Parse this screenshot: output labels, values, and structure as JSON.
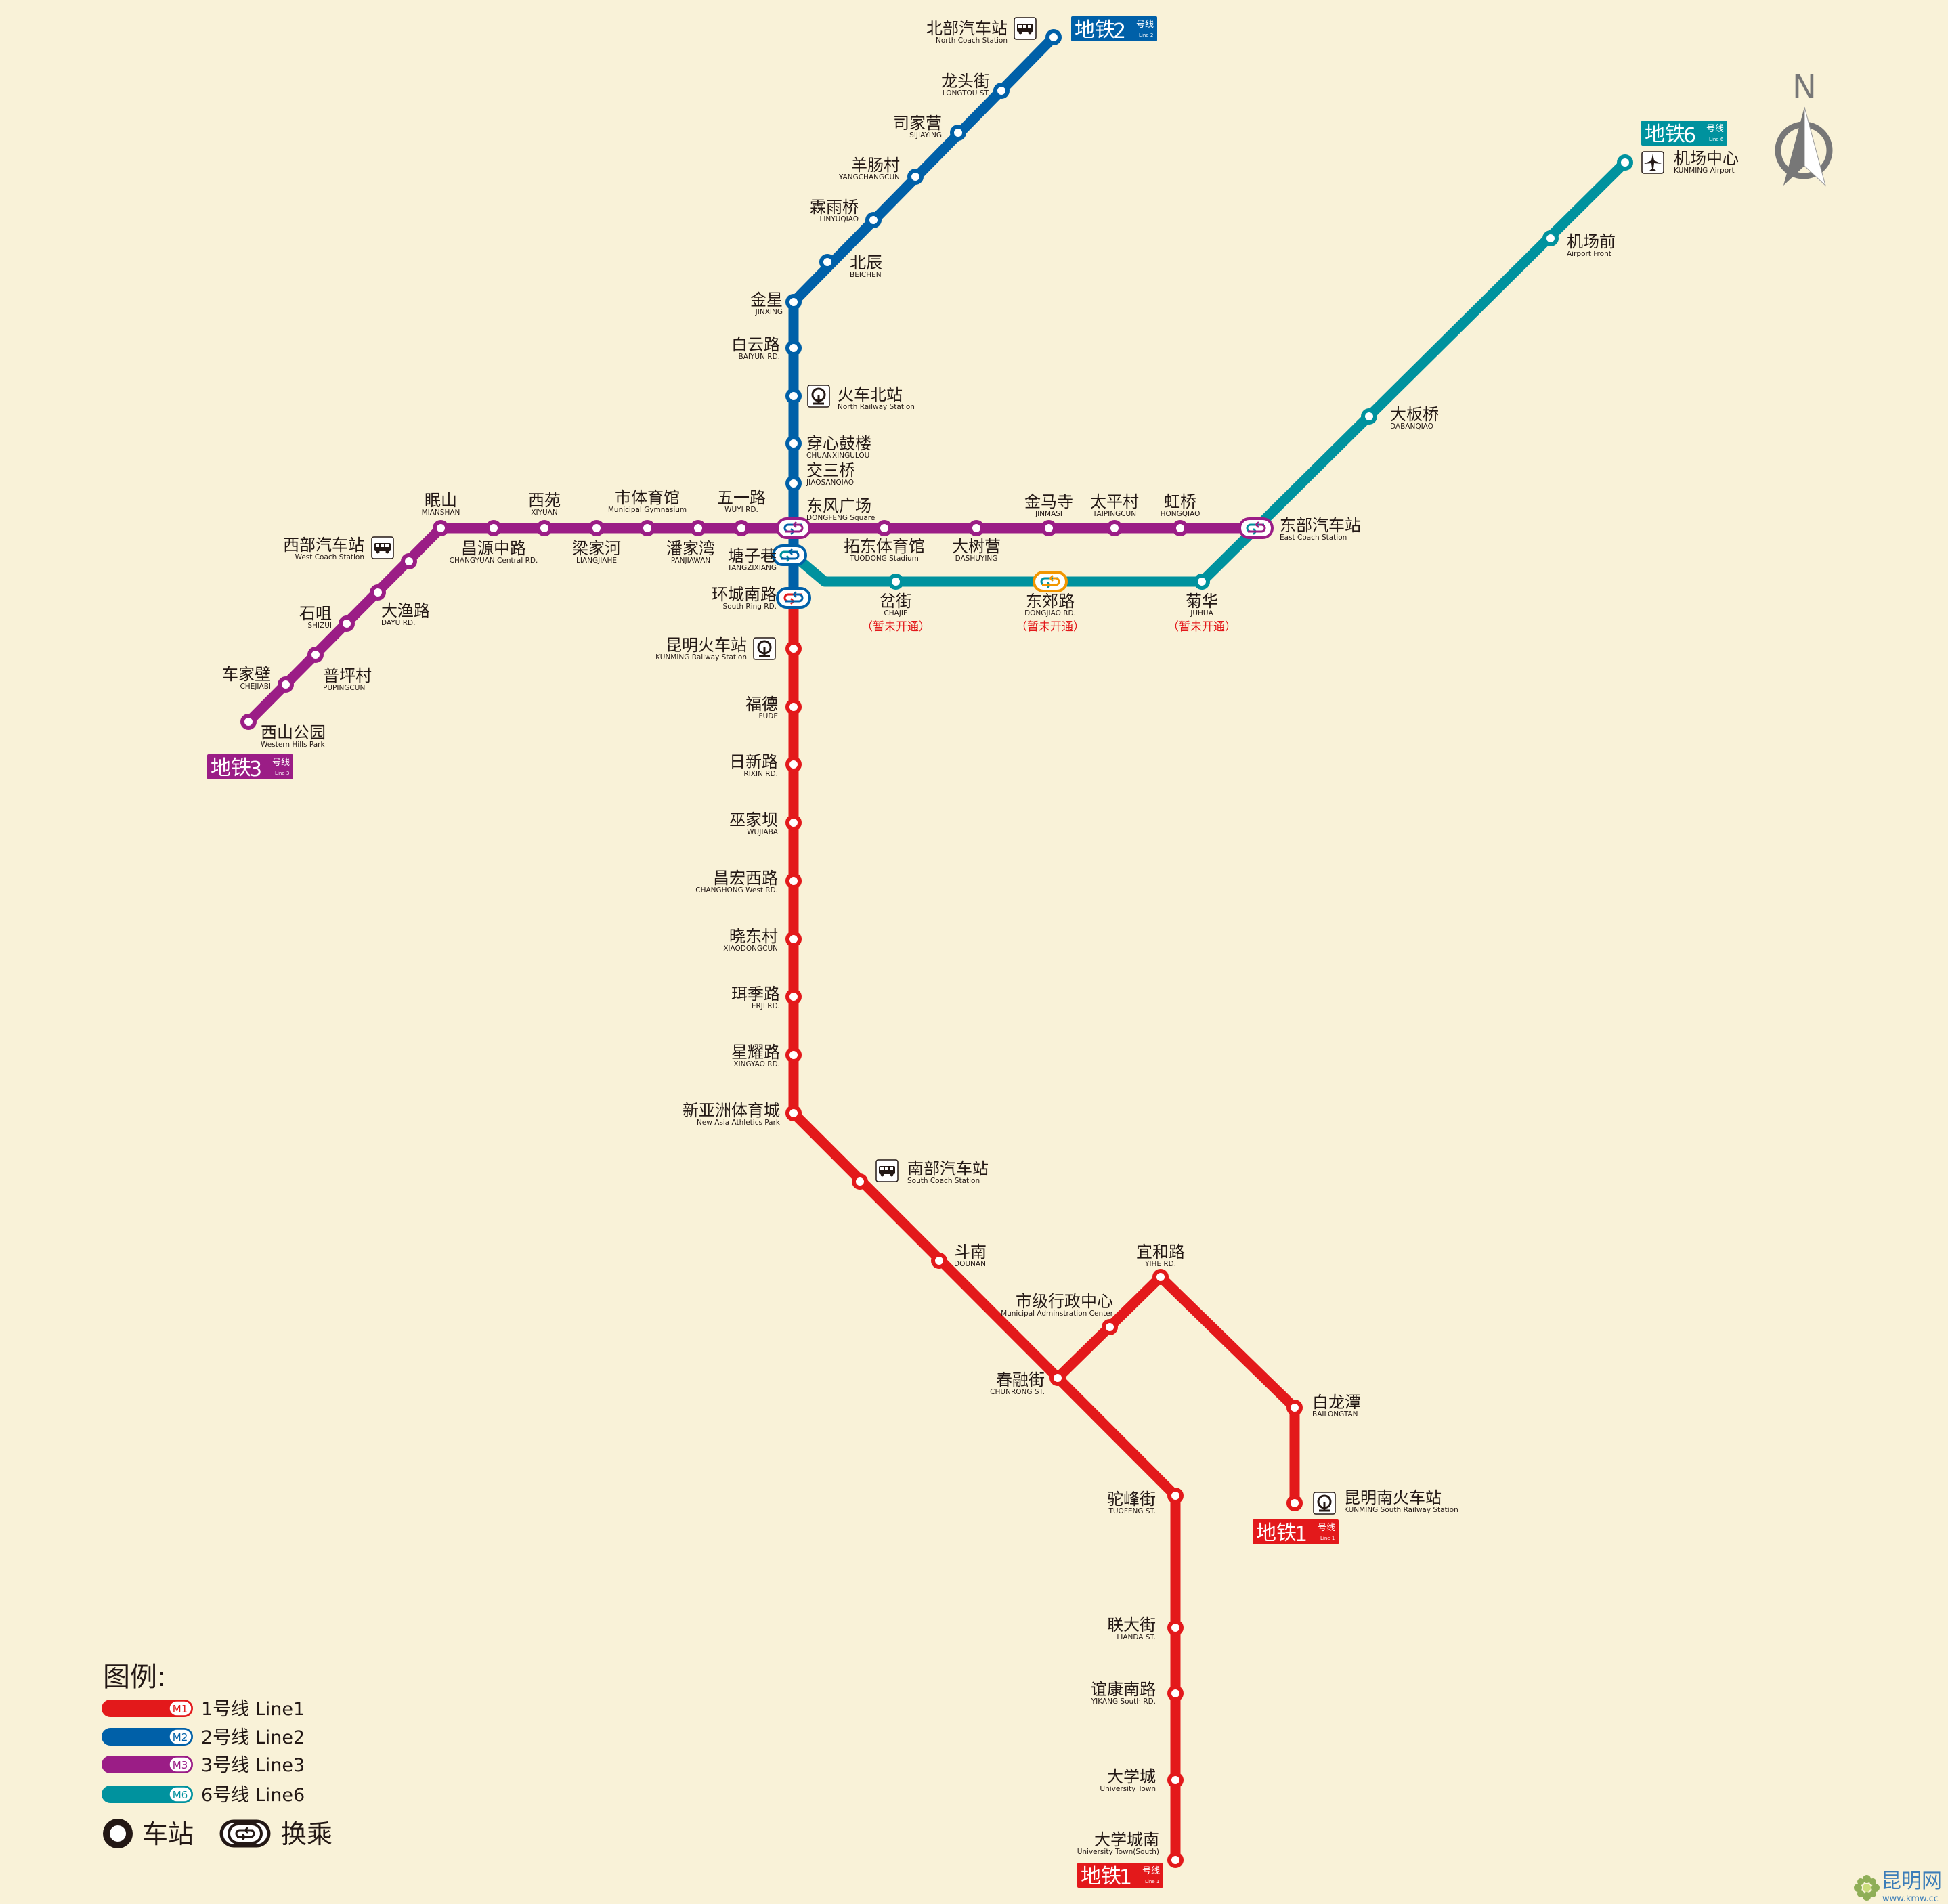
{
  "colors": {
    "line1": "#E3191B",
    "line2": "#0060A8",
    "line3": "#9B1D86",
    "line6": "#00929E",
    "future": "#F29600",
    "background": "#F9F2D8"
  },
  "compass": {
    "label": "N"
  },
  "badges": [
    {
      "id": "line2",
      "prefix": "地铁",
      "num": "2",
      "suffix": "号线",
      "en": "Line 2"
    },
    {
      "id": "line3",
      "prefix": "地铁",
      "num": "3",
      "suffix": "号线",
      "en": "Line 3"
    },
    {
      "id": "line6",
      "prefix": "地铁",
      "num": "6",
      "suffix": "号线",
      "en": "Line 6"
    },
    {
      "id": "line1a",
      "prefix": "地铁",
      "num": "1",
      "suffix": "号线",
      "en": "Line 1"
    },
    {
      "id": "line1b",
      "prefix": "地铁",
      "num": "1",
      "suffix": "号线",
      "en": "Line 1"
    }
  ],
  "stations": {
    "beibu": {
      "cn": "北部汽车站",
      "en": "North Coach Station",
      "icon": "bus-icon"
    },
    "longtoujie": {
      "cn": "龙头街",
      "en": "LONGTOU ST."
    },
    "sijiaying": {
      "cn": "司家营",
      "en": "SIJIAYING"
    },
    "yangchangcun": {
      "cn": "羊肠村",
      "en": "YANGCHANGCUN"
    },
    "linyuqiao": {
      "cn": "霖雨桥",
      "en": "LINYUQIAO"
    },
    "beichen": {
      "cn": "北辰",
      "en": "BEICHEN"
    },
    "jinxing": {
      "cn": "金星",
      "en": "JINXING"
    },
    "baiyunlu": {
      "cn": "白云路",
      "en": "BAIYUN RD."
    },
    "huochebei": {
      "cn": "火车北站",
      "en": "North Railway Station",
      "icon": "railway-icon"
    },
    "chuanxin": {
      "cn": "穿心鼓楼",
      "en": "CHUANXINGULOU"
    },
    "jiaosanqiao": {
      "cn": "交三桥",
      "en": "JIAOSANQIAO"
    },
    "dongfeng": {
      "cn": "东风广场",
      "en": "DONGFENG Square"
    },
    "tangzixiang": {
      "cn": "塘子巷",
      "en": "TANGZIXIANG"
    },
    "huancheng": {
      "cn": "环城南路",
      "en": "South Ring RD."
    },
    "kunminghc": {
      "cn": "昆明火车站",
      "en": "KUNMING Railway Station",
      "icon": "railway-icon"
    },
    "fude": {
      "cn": "福德",
      "en": "FUDE"
    },
    "rixin": {
      "cn": "日新路",
      "en": "RIXIN RD."
    },
    "wujiaba": {
      "cn": "巫家坝",
      "en": "WUJIABA"
    },
    "changhong": {
      "cn": "昌宏西路",
      "en": "CHANGHONG West RD."
    },
    "xiaodong": {
      "cn": "晓东村",
      "en": "XIAODONGCUN"
    },
    "erji": {
      "cn": "珥季路",
      "en": "ERJI RD."
    },
    "xingyao": {
      "cn": "星耀路",
      "en": "XINGYAO RD."
    },
    "xinyazhou": {
      "cn": "新亚洲体育城",
      "en": "New Asia Athletics Park"
    },
    "nanbu": {
      "cn": "南部汽车站",
      "en": "South  Coach Station",
      "icon": "bus-icon"
    },
    "dounan": {
      "cn": "斗南",
      "en": "DOUNAN"
    },
    "chunrong": {
      "cn": "春融街",
      "en": "CHUNRONG ST."
    },
    "tuofeng": {
      "cn": "驼峰街",
      "en": "TUOFENG ST."
    },
    "lianda": {
      "cn": "联大街",
      "en": "LIANDA ST."
    },
    "yikang": {
      "cn": "谊康南路",
      "en": "YIKANG South RD."
    },
    "daxuecheng": {
      "cn": "大学城",
      "en": "University Town"
    },
    "daxuechengnan": {
      "cn": "大学城南",
      "en": "University Town(South)"
    },
    "shiji": {
      "cn": "市级行政中心",
      "en": "Municipal Adminstration Center"
    },
    "yihe": {
      "cn": "宜和路",
      "en": "YIHE RD."
    },
    "bailongtan": {
      "cn": "白龙潭",
      "en": "BAILONGTAN"
    },
    "kunmingnan": {
      "cn": "昆明南火车站",
      "en": "KUNMING South Railway Station",
      "icon": "railway-icon"
    },
    "xishan": {
      "cn": "西山公园",
      "en": "Western Hills Park"
    },
    "chejiabi": {
      "cn": "车家壁",
      "en": "CHEJIABI"
    },
    "puping": {
      "cn": "普坪村",
      "en": "PUPINGCUN"
    },
    "shizui": {
      "cn": "石咀",
      "en": "SHIZUI"
    },
    "dayu": {
      "cn": "大渔路",
      "en": "DAYU RD."
    },
    "xibu": {
      "cn": "西部汽车站",
      "en": "West Coach Station",
      "icon": "bus-icon"
    },
    "mianshan": {
      "cn": "眠山",
      "en": "MIANSHAN"
    },
    "changyuan": {
      "cn": "昌源中路",
      "en": "CHANGYUAN Central RD."
    },
    "xiyuan": {
      "cn": "西苑",
      "en": "XIYUAN"
    },
    "liangjiahe": {
      "cn": "梁家河",
      "en": "LIANGJIAHE"
    },
    "shitiyu": {
      "cn": "市体育馆",
      "en": "Municipal Gymnasium"
    },
    "panjiawan": {
      "cn": "潘家湾",
      "en": "PANJIAWAN"
    },
    "wuyi": {
      "cn": "五一路",
      "en": "WUYI RD."
    },
    "tuodong": {
      "cn": "拓东体育馆",
      "en": "TUODONG Stadium"
    },
    "dashuying": {
      "cn": "大树营",
      "en": "DASHUYING"
    },
    "jinmasi": {
      "cn": "金马寺",
      "en": "JINMASI"
    },
    "taiping": {
      "cn": "太平村",
      "en": "TAIPINGCUN"
    },
    "hongqiao": {
      "cn": "虹桥",
      "en": "HONGQIAO"
    },
    "dongbu": {
      "cn": "东部汽车站",
      "en": "East Coach Station"
    },
    "chajie": {
      "cn": "岔街",
      "en": "CHAJIE",
      "note": "（暂未开通）"
    },
    "dongjiao": {
      "cn": "东郊路",
      "en": "DONGJIAO RD.",
      "note": "（暂未开通）"
    },
    "juhua": {
      "cn": "菊华",
      "en": "JUHUA",
      "note": "（暂未开通）"
    },
    "dabanqiao": {
      "cn": "大板桥",
      "en": "DABANQIAO"
    },
    "jichangqian": {
      "cn": "机场前",
      "en": "Airport Front"
    },
    "jichang": {
      "cn": "机场中心",
      "en": "KUNMING Airport",
      "icon": "airplane-icon"
    }
  },
  "legend": {
    "title": "图例:",
    "lines": [
      {
        "id": "line1",
        "tag": "M1",
        "label": "1号线  Line1"
      },
      {
        "id": "line2",
        "tag": "M2",
        "label": "2号线  Line2"
      },
      {
        "id": "line3",
        "tag": "M3",
        "label": "3号线  Line3"
      },
      {
        "id": "line6",
        "tag": "M6",
        "label": "6号线  Line6"
      }
    ],
    "station_label": "车站",
    "transfer_label": "换乘"
  },
  "watermark": {
    "cn": "昆明网",
    "en": "www.kmw.cc"
  }
}
